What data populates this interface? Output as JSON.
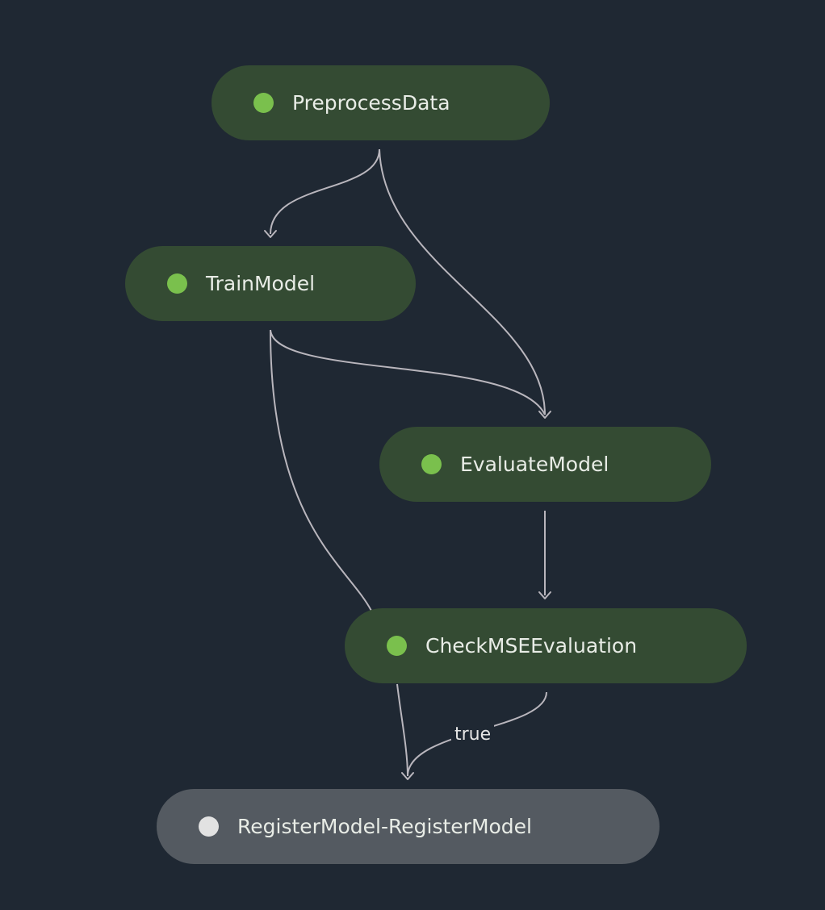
{
  "pipeline": {
    "steps": [
      {
        "id": "preprocess",
        "label": "PreprocessData",
        "status": "success"
      },
      {
        "id": "train",
        "label": "TrainModel",
        "status": "success"
      },
      {
        "id": "evaluate",
        "label": "EvaluateModel",
        "status": "success"
      },
      {
        "id": "check",
        "label": "CheckMSEEvaluation",
        "status": "success"
      },
      {
        "id": "register",
        "label": "RegisterModel-RegisterModel",
        "status": "pending"
      }
    ],
    "edges": [
      {
        "from": "PreprocessData",
        "to": "TrainModel",
        "label": ""
      },
      {
        "from": "PreprocessData",
        "to": "EvaluateModel",
        "label": ""
      },
      {
        "from": "TrainModel",
        "to": "EvaluateModel",
        "label": ""
      },
      {
        "from": "TrainModel",
        "to": "RegisterModel-RegisterModel",
        "label": ""
      },
      {
        "from": "EvaluateModel",
        "to": "CheckMSEEvaluation",
        "label": ""
      },
      {
        "from": "CheckMSEEvaluation",
        "to": "RegisterModel-RegisterModel",
        "label": "true"
      }
    ],
    "colors": {
      "background": "#1f2833",
      "node_success": "#344b33",
      "node_pending": "#545a61",
      "dot_success": "#7ac04d",
      "dot_pending": "#e2e2e2",
      "edge": "#b9b6bd"
    }
  }
}
